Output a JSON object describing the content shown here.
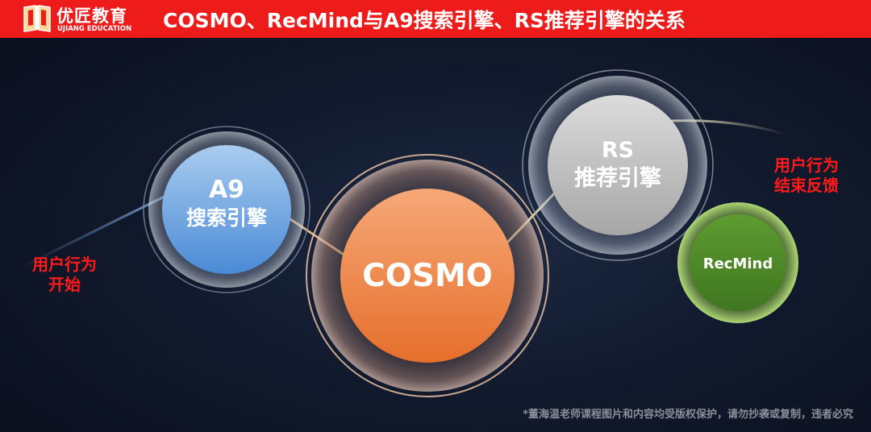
{
  "header": {
    "logo": {
      "name": "优匠教育",
      "subtitle": "UJIANG EDUCATION"
    },
    "title": "COSMO、RecMind与A9搜索引擎、RS推荐引擎的关系"
  },
  "diagram": {
    "a9": {
      "line1": "A9",
      "line2": "搜索引擎"
    },
    "cosmo": {
      "label": "COSMO"
    },
    "rs": {
      "line1": "RS",
      "line2": "推荐引擎"
    },
    "recmind": {
      "label": "RecMind"
    }
  },
  "labels": {
    "start": {
      "line1": "用户行为",
      "line2": "开始"
    },
    "end": {
      "line1": "用户行为",
      "line2": "结束反馈"
    }
  },
  "footer": {
    "copyright": "*董海温老师课程图片和内容均受版权保护，请勿抄袭或复制，违者必究"
  },
  "colors": {
    "header_red": "#ee1b1b",
    "a9_blue": "#5b9be0",
    "cosmo_orange": "#ee7a3c",
    "rs_gray": "#c2c2c2",
    "recmind_green": "#4f8a2a",
    "label_red": "#ff1a1a"
  }
}
